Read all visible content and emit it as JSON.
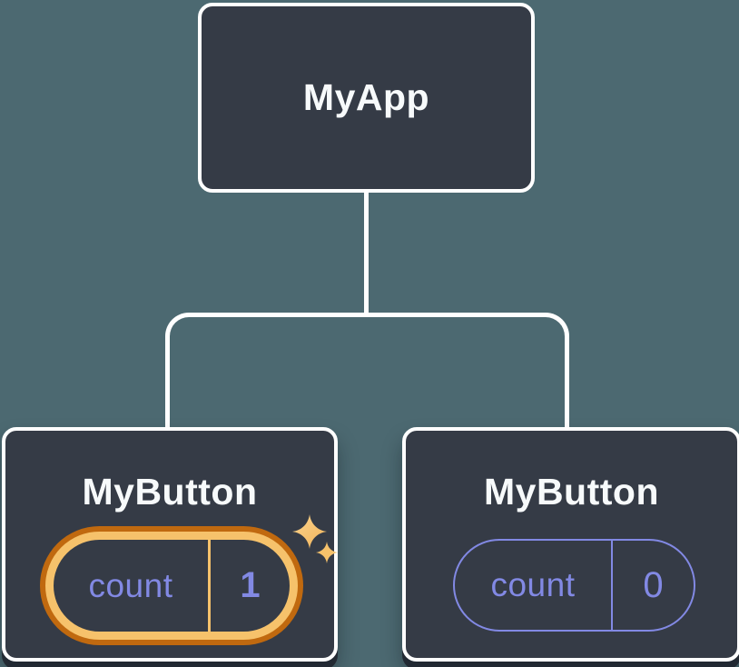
{
  "diagram": {
    "type": "component-tree",
    "root": {
      "label": "MyApp"
    },
    "children": [
      {
        "label": "MyButton",
        "state": {
          "name": "count",
          "value": "1"
        },
        "highlighted": true,
        "icon": "sparkles-icon"
      },
      {
        "label": "MyButton",
        "state": {
          "name": "count",
          "value": "0"
        },
        "highlighted": false
      }
    ],
    "colors": {
      "background": "#4C6971",
      "card_fill": "#353B46",
      "card_border": "#FFFFFF",
      "connector": "#FFFFFF",
      "state_accent": "#8289E4",
      "highlight_outer": "#C0690F",
      "highlight_inner": "#F6C26B",
      "label_text": "#F7FAFB"
    }
  }
}
